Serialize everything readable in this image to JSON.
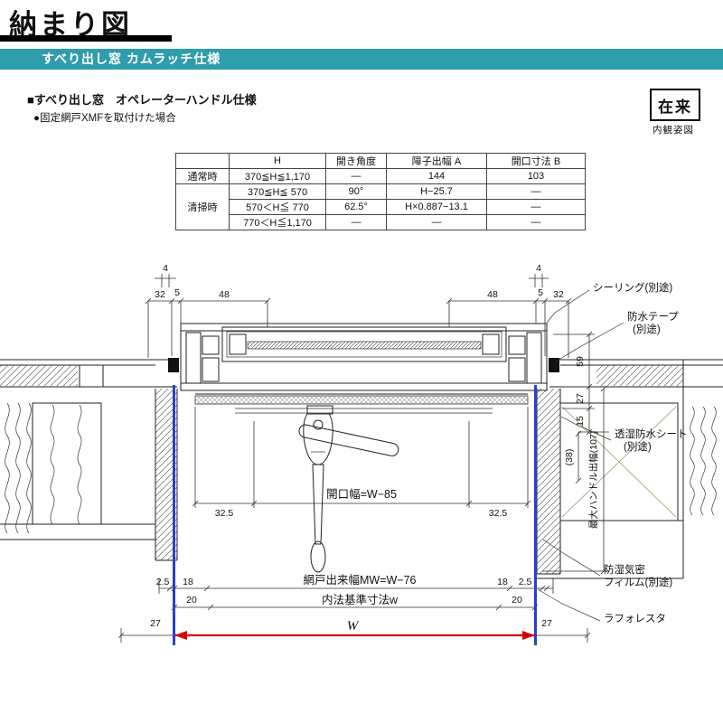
{
  "page": {
    "title": "納まり図",
    "product_bar": "すべり出し窓 カムラッチ仕様",
    "spec_heading": "■すべり出し窓　オペレーターハンドル仕様",
    "spec_sub": "●固定網戸XMFを取付けた場合",
    "construction_type": "在来",
    "view_label": "内観姿図"
  },
  "table": {
    "col_headers": [
      "H",
      "開き角度",
      "障子出幅 A",
      "開口寸法 B"
    ],
    "row_headers": [
      "通常時",
      "清掃時"
    ],
    "rows": [
      [
        "370≦H≦1,170",
        "―",
        "144",
        "103"
      ],
      [
        "370≦H≦ 570",
        "90°",
        "H−25.7",
        "―"
      ],
      [
        "570＜H≦ 770",
        "62.5°",
        "H×0.887−13.1",
        "―"
      ],
      [
        "770＜H≦1,170",
        "―",
        "―",
        "―"
      ]
    ]
  },
  "drawing": {
    "colors": {
      "accent_band": "#2f9dab",
      "insulation": "#ead9a3",
      "ref_line": "#2840cc",
      "w_dim": "#d40000"
    },
    "top": {
      "l4": "4",
      "l32": "32",
      "l5": "5",
      "l48": "48",
      "r48": "48",
      "r5": "5",
      "r32": "32",
      "r4": "4"
    },
    "right": {
      "d59": "59",
      "d27": "27",
      "d15": "15",
      "d38": "(38)",
      "handle": "最大ハンドル出幅(107)"
    },
    "callouts": {
      "sealing": "シーリング(別途)",
      "tape1": "防水テープ",
      "tape2": "(別途)",
      "sheet1": "透湿防水シート",
      "sheet2": "(別途)",
      "film1": "防湿気密",
      "film2": "フィルム(別途)",
      "laforesta": "ラフォレスタ"
    },
    "bottom": {
      "opening": "開口幅=W−85",
      "w325l": "32.5",
      "w325r": "32.5",
      "w25l": "2.5",
      "w18l": "18",
      "w18r": "18",
      "w25r": "2.5",
      "screen": "網戸出来幅MW=W−76",
      "w20l": "20",
      "w20r": "20",
      "inner": "内法基準寸法w",
      "w27l": "27",
      "w27r": "27",
      "W": "W"
    }
  }
}
